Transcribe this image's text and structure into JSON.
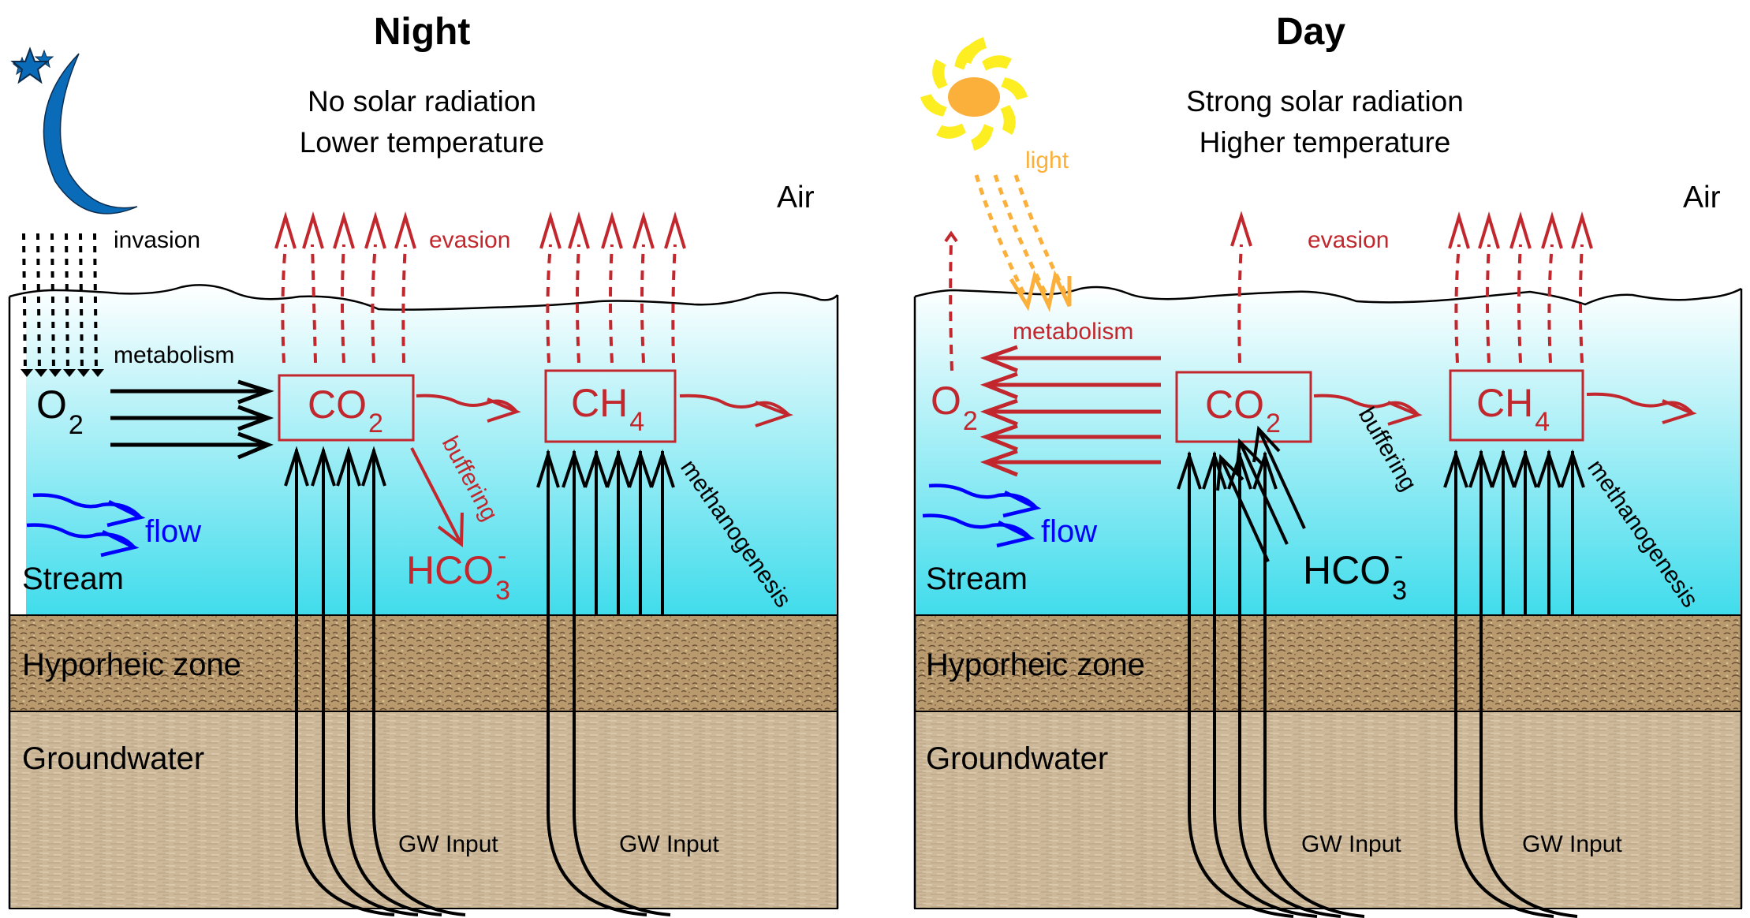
{
  "panels": {
    "night": {
      "title": "Night",
      "subtitle_1": "No solar radiation",
      "subtitle_2": "Lower temperature",
      "air": "Air",
      "invasion": "invasion",
      "evasion": "evasion",
      "metabolism": "metabolism",
      "o2": "O",
      "o2_sub": "2",
      "co2": "CO",
      "co2_sub": "2",
      "ch4": "CH",
      "ch4_sub": "4",
      "hco3": "HCO",
      "hco3_sub": "3",
      "hco3_sup": "-",
      "buffering": "buffering",
      "methanogenesis": "methanogenesis",
      "flow": "flow",
      "stream": "Stream",
      "hyporheic": "Hyporheic zone",
      "groundwater": "Groundwater",
      "gw_input_1": "GW Input",
      "gw_input_2": "GW Input"
    },
    "day": {
      "title": "Day",
      "subtitle_1": "Strong solar radiation",
      "subtitle_2": "Higher temperature",
      "air": "Air",
      "light": "light",
      "evasion": "evasion",
      "metabolism": "metabolism",
      "o2": "O",
      "o2_sub": "2",
      "co2": "CO",
      "co2_sub": "2",
      "ch4": "CH",
      "ch4_sub": "4",
      "hco3": "HCO",
      "hco3_sub": "3",
      "hco3_sup": "-",
      "buffering": "buffering",
      "methanogenesis": "methanogenesis",
      "flow": "flow",
      "stream": "Stream",
      "hyporheic": "Hyporheic zone",
      "groundwater": "Groundwater",
      "gw_input_1": "GW Input",
      "gw_input_2": "GW Input"
    }
  },
  "icons": {
    "night": "moon-stars-icon",
    "day": "sun-icon"
  },
  "colors": {
    "red": "#c1272d",
    "blue": "#0000ff",
    "moon": "#0a6bb8",
    "sun_core": "#fbb03b",
    "sun_rays": "#fcee21",
    "light": "#fbb03b",
    "water_top": "#ffffff",
    "water_bottom": "#40dcec",
    "hyporheic": "#b99a6e",
    "groundwater": "#cdb99a"
  }
}
